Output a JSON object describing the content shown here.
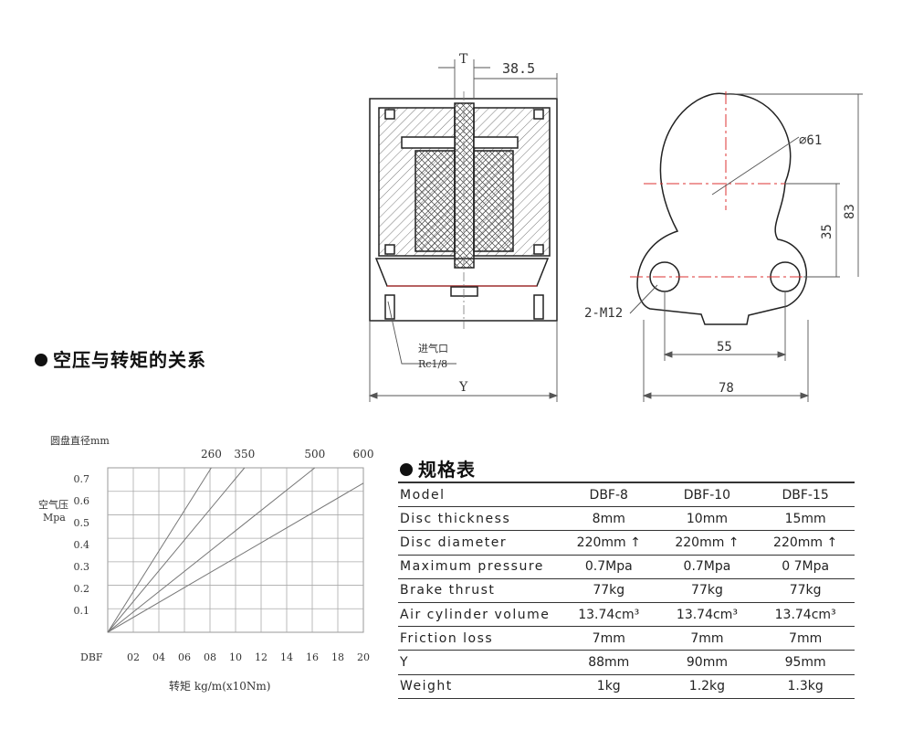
{
  "drawing": {
    "dim_T": "T",
    "dim_38_5": "38.5",
    "dim_diameter": "⌀61",
    "dim_35": "35",
    "dim_83": "83",
    "dim_mount": "2-M12",
    "dim_55": "55",
    "dim_78": "78",
    "dim_Y": "Y",
    "air_inlet_label": "进气口",
    "air_inlet_thread": "Rc1/8"
  },
  "section_pressure_torque": {
    "title": "空压与转矩的关系"
  },
  "section_spec": {
    "title": "规格表"
  },
  "chart_data": {
    "type": "line",
    "title": "",
    "top_axis_label": "圆盘直径mm",
    "ylabel_line1": "空气压",
    "ylabel_line2": "Mpa",
    "xlabel": "转矩 kg/m(x10Nm)",
    "x_origin_label": "DBF",
    "x_ticks": [
      "02",
      "04",
      "06",
      "08",
      "10",
      "12",
      "14",
      "16",
      "18",
      "20"
    ],
    "y_ticks": [
      "0.1",
      "0.2",
      "0.3",
      "0.4",
      "0.5",
      "0.6",
      "0.7"
    ],
    "xlim": [
      0,
      20
    ],
    "ylim": [
      0,
      0.75
    ],
    "grid": true,
    "series": [
      {
        "name": "260",
        "x": [
          0,
          8.1
        ],
        "y": [
          0,
          0.75
        ]
      },
      {
        "name": "350",
        "x": [
          0,
          10.7
        ],
        "y": [
          0,
          0.75
        ]
      },
      {
        "name": "500",
        "x": [
          0,
          16.2
        ],
        "y": [
          0,
          0.75
        ]
      },
      {
        "name": "600",
        "x": [
          0,
          20
        ],
        "y": [
          0,
          0.68
        ]
      }
    ]
  },
  "spec_table": {
    "header": [
      "Model",
      "DBF-8",
      "DBF-10",
      "DBF-15"
    ],
    "rows": [
      [
        "Disc  thickness",
        "8mm",
        "10mm",
        "15mm"
      ],
      [
        "Disc  diameter",
        "220mm ↑",
        "220mm ↑",
        "220mm ↑"
      ],
      [
        "Maximum  pressure",
        "0.7Mpa",
        "0.7Mpa",
        "0 7Mpa"
      ],
      [
        "Brake  thrust",
        "77kg",
        "77kg",
        "77kg"
      ],
      [
        "Air  cylinder  volume",
        "13.74cm³",
        "13.74cm³",
        "13.74cm³"
      ],
      [
        "Friction  loss",
        "7mm",
        "7mm",
        "7mm"
      ],
      [
        "Y",
        "88mm",
        "90mm",
        "95mm"
      ],
      [
        "Weight",
        "1kg",
        "1.2kg",
        "1.3kg"
      ]
    ]
  }
}
